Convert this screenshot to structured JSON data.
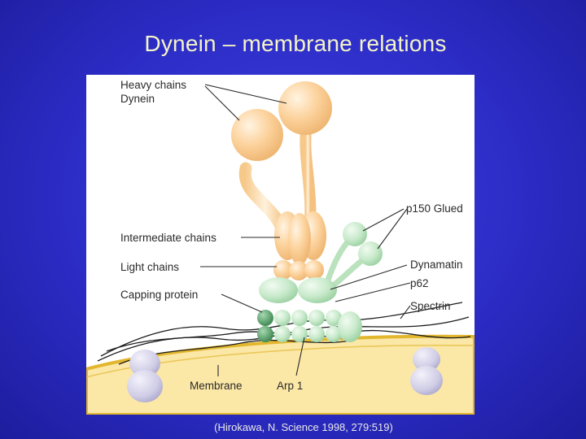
{
  "slide": {
    "title": "Dynein – membrane relations",
    "citation": "(Hirokawa, N. Science 1998, 279:519)"
  },
  "figure": {
    "labels": {
      "heavy_chains": "Heavy chains",
      "dynein": "Dynein",
      "intermediate_chains": "Intermediate chains",
      "light_chains": "Light chains",
      "capping_protein": "Capping protein",
      "p150_glued": "p150 Glued",
      "dynamatin": "Dynamatin",
      "p62": "p62",
      "spectrin": "Spectrin",
      "membrane": "Membrane",
      "arp1": "Arp 1"
    },
    "colors": {
      "dynein": "#fbcf95",
      "dynactin": "#c9ebcc",
      "arp1_dark": "#4e9a63",
      "membrane_fill": "#fbe7a6",
      "membrane_edge": "#e2b72e",
      "transmembrane_protein": "#cfcce5"
    }
  }
}
